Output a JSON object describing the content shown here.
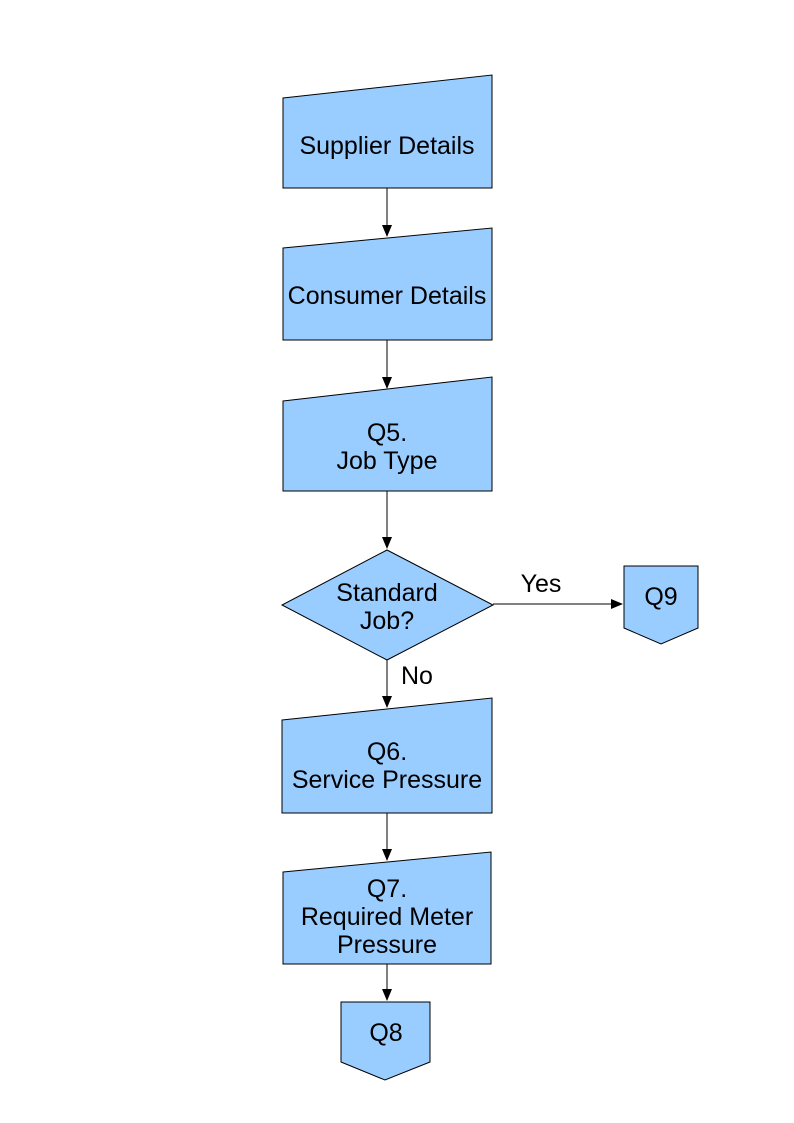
{
  "page": {
    "background": "#FFFFFF"
  },
  "diagram": {
    "shape_fill": "#99CCFF",
    "shape_stroke": "#000000",
    "connector_color": "#000000",
    "nodes": {
      "supplier": {
        "label": "Supplier Details"
      },
      "consumer": {
        "label": "Consumer Details"
      },
      "q5": {
        "lines": [
          "Q5.",
          "Job Type"
        ]
      },
      "decision": {
        "lines": [
          "Standard",
          "Job?"
        ]
      },
      "q9": {
        "label": "Q9"
      },
      "q6": {
        "lines": [
          "Q6.",
          "Service Pressure"
        ]
      },
      "q7": {
        "lines": [
          "Q7.",
          "Required Meter",
          "Pressure"
        ]
      },
      "q8": {
        "label": "Q8"
      }
    },
    "edge_labels": {
      "yes": "Yes",
      "no": "No"
    }
  }
}
